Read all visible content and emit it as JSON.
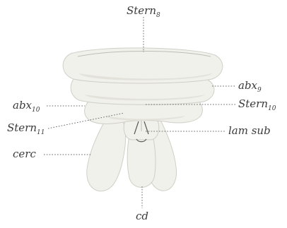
{
  "labels": {
    "stern8": {
      "main": "Stern",
      "sub": "8"
    },
    "abx9": {
      "main": "abx",
      "sub": "9"
    },
    "stern10": {
      "main": "Stern",
      "sub": "10"
    },
    "abx10": {
      "main": "abx",
      "sub": "10"
    },
    "stern11": {
      "main": "Stern",
      "sub": "11"
    },
    "lamsub": {
      "main": "lam sub"
    },
    "cerc": {
      "main": "cerc"
    },
    "cd": {
      "main": "cd"
    }
  }
}
